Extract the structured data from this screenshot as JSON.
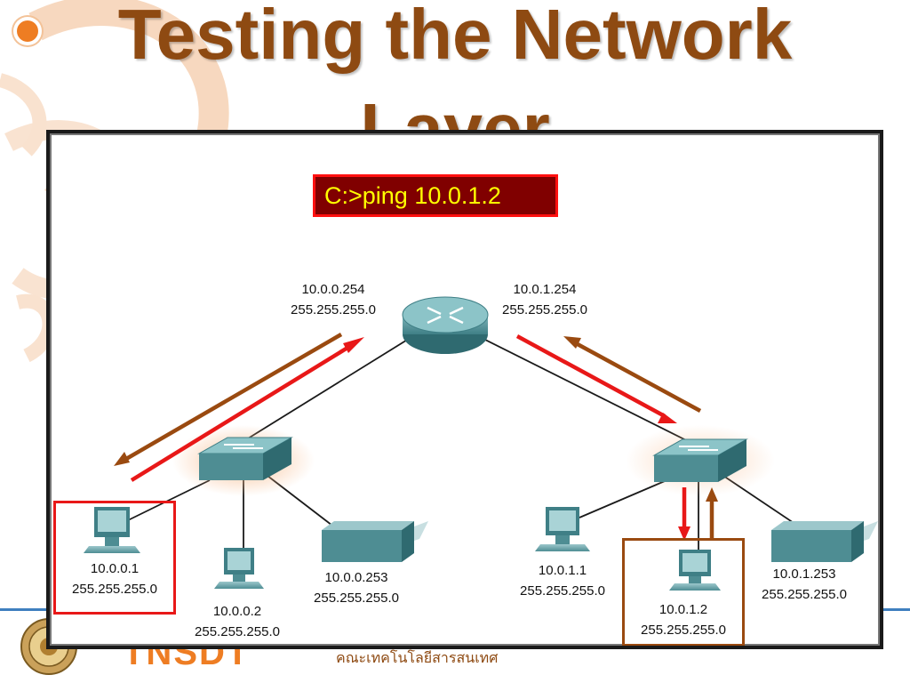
{
  "slide": {
    "title": "Testing the Network Layer",
    "footer_logo_text": "TNSDT",
    "footer_text": "คณะเทคโนโลยีสารสนเทศ"
  },
  "diagram": {
    "command": "C:>ping 10.0.1.2",
    "router": {
      "left_interface": {
        "ip": "10.0.0.254",
        "mask": "255.255.255.0"
      },
      "right_interface": {
        "ip": "10.0.1.254",
        "mask": "255.255.255.0"
      }
    },
    "left_lan": [
      {
        "ip": "10.0.0.1",
        "mask": "255.255.255.0",
        "device": "pc",
        "highlight": "source"
      },
      {
        "ip": "10.0.0.2",
        "mask": "255.255.255.0",
        "device": "pc"
      },
      {
        "ip": "10.0.0.253",
        "mask": "255.255.255.0",
        "device": "printer"
      }
    ],
    "right_lan": [
      {
        "ip": "10.0.1.1",
        "mask": "255.255.255.0",
        "device": "pc"
      },
      {
        "ip": "10.0.1.2",
        "mask": "255.255.255.0",
        "device": "pc",
        "highlight": "destination"
      },
      {
        "ip": "10.0.1.253",
        "mask": "255.255.255.0",
        "device": "printer"
      }
    ],
    "colors": {
      "request_arrow": "#e81818",
      "reply_arrow": "#9a4a10",
      "source_box": "#e81818",
      "destination_box": "#9a4a10",
      "command_bg": "#800000",
      "command_text": "#ffff00",
      "title": "#8e4a12"
    }
  }
}
